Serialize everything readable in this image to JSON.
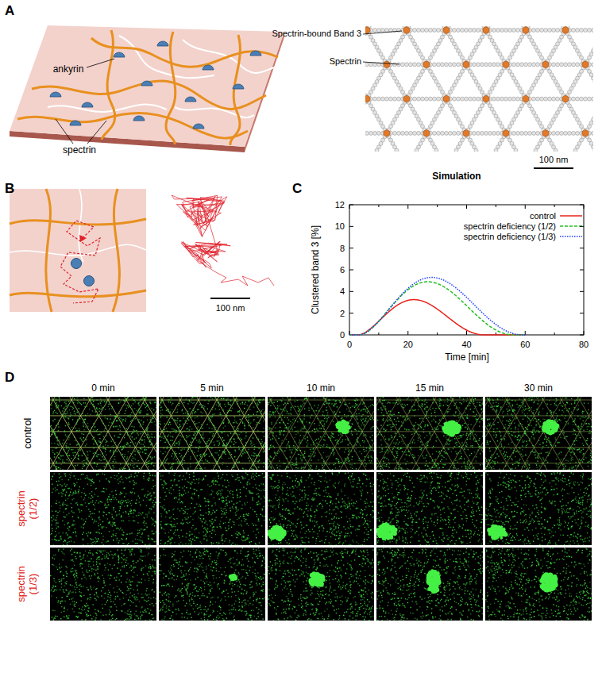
{
  "diagram": {
    "labels": [
      "A",
      "ankyrin",
      "spectrin",
      "Spectrin-bound Band 3",
      "Spectrin",
      "100 nm",
      "Simulation",
      "B",
      "100 nm",
      "C",
      "Clustered band 3 [%]",
      "Time [min]",
      "0",
      "2",
      "4",
      "6",
      "8",
      "10",
      "12",
      "0",
      "20",
      "40",
      "60",
      "80",
      "D",
      "0 min",
      "5 min",
      "10 min",
      "15 min",
      "30 min",
      "control",
      "spectrin (1/2)",
      "spectrin (1/3)"
    ],
    "legend": [
      {
        "text": "control"
      },
      {
        "text": "spectrin deficiency (1/2)"
      },
      {
        "text": "spectrin deficiency (1/3)"
      }
    ]
  }
}
